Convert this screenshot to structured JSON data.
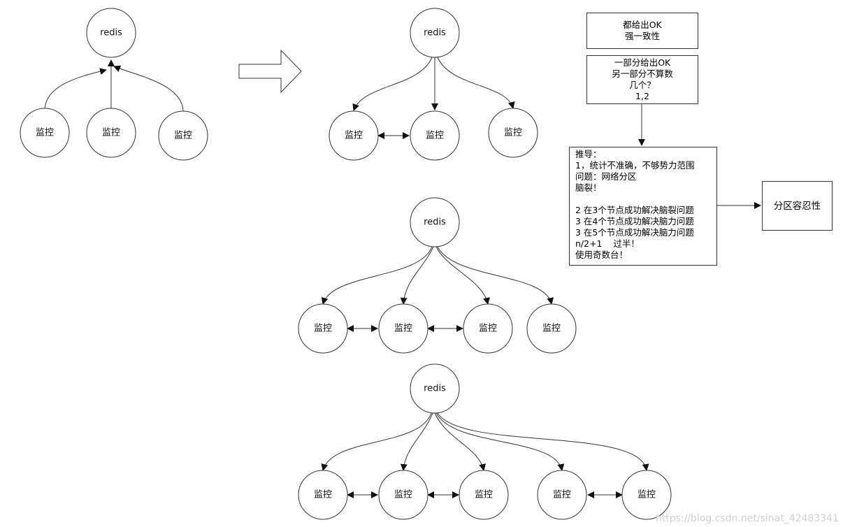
{
  "labels": {
    "redis": "redis",
    "monitor": "监控"
  },
  "boxes": {
    "all_ok": [
      "都给出OK",
      "强一致性"
    ],
    "partial_ok": [
      "一部分给出OK",
      "另一部分不算数",
      "几个？",
      "1,2"
    ],
    "derivation": [
      "推导：",
      "1，统计不准确，不够势力范围",
      "问题：网络分区",
      "脑裂！",
      "",
      "2 在3个节点成功解决脑裂问题",
      "3 在4个节点成功解决脑力问题",
      "3 在5个节点成功解决脑力问题",
      "n/2+1    过半！",
      "使用奇数台！"
    ],
    "partition_tolerance": "分区容忍性"
  },
  "watermark": "https://blog.csdn.net/sinat_42483341"
}
